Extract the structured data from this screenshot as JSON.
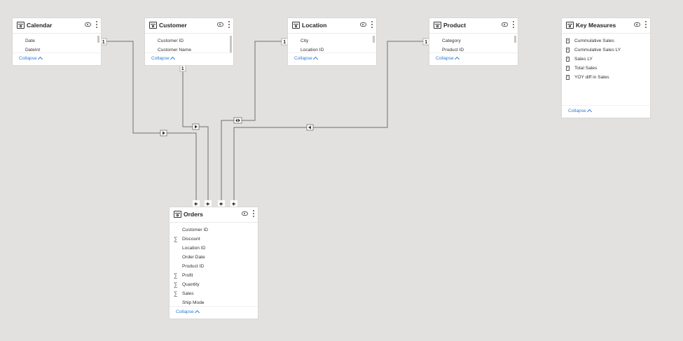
{
  "tables": {
    "calendar": {
      "title": "Calendar",
      "fields": [
        "Date",
        "DateInt"
      ],
      "collapse": "Collapse"
    },
    "customer": {
      "title": "Customer",
      "fields": [
        "Customer ID",
        "Customer Name"
      ],
      "collapse": "Collapse"
    },
    "location": {
      "title": "Location",
      "fields": [
        "City",
        "Location ID"
      ],
      "collapse": "Collapse"
    },
    "product": {
      "title": "Product",
      "fields": [
        "Category",
        "Product ID"
      ],
      "collapse": "Collapse"
    },
    "key_measures": {
      "title": "Key Measures",
      "fields": [
        "Cummulative Sales",
        "Cummulative Sales LY",
        "Sales LY",
        "Total Sales",
        "YOY diff in Sales"
      ],
      "collapse": "Collapse"
    },
    "orders": {
      "title": "Orders",
      "fields": [
        "Customer ID",
        "Discount",
        "Location ID",
        "Order Date",
        "Product ID",
        "Profit",
        "Quantity",
        "Sales",
        "Ship Mode"
      ],
      "collapse": "Collapse"
    }
  },
  "relationships": {
    "one_label": "1",
    "many_label": "*"
  },
  "icons": {
    "table": "table-icon",
    "visibility": "eye-icon",
    "more": "more-options-icon",
    "sum": "sigma-icon",
    "measure": "calculator-icon"
  },
  "colors": {
    "canvas": "#e3e1df",
    "card": "#ffffff",
    "link": "#2b7cd3",
    "line": "#6e6e6e"
  }
}
